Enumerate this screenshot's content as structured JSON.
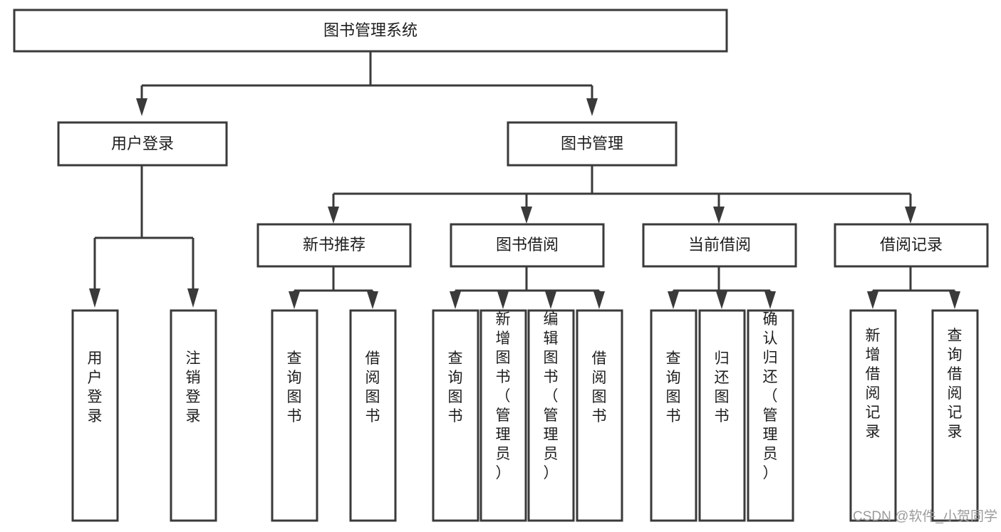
{
  "diagram": {
    "type": "tree",
    "title": "图书管理系统",
    "orientation": "top-down",
    "colors": {
      "background": "#ffffff",
      "node_fill": "#ffffff",
      "node_stroke": "#3a3a3a",
      "connector": "#3a3a3a",
      "label": "#1d1d1d",
      "watermark": "#9b9b9b"
    },
    "root": {
      "label": "图书管理系统"
    },
    "level2": [
      {
        "label": "用户登录"
      },
      {
        "label": "图书管理"
      }
    ],
    "level3": [
      {
        "label": "新书推荐"
      },
      {
        "label": "图书借阅"
      },
      {
        "label": "当前借阅"
      },
      {
        "label": "借阅记录"
      }
    ],
    "leaves": {
      "user_login": [
        {
          "label": "用户登录"
        },
        {
          "label": "注销登录"
        }
      ],
      "new_book_recommend": [
        {
          "label": "查询图书"
        },
        {
          "label": "借阅图书"
        }
      ],
      "book_borrow": [
        {
          "label": "查询图书"
        },
        {
          "label": "新增图书（管理员）"
        },
        {
          "label": "编辑图书（管理员）"
        },
        {
          "label": "借阅图书"
        }
      ],
      "current_borrow": [
        {
          "label": "查询图书"
        },
        {
          "label": "归还图书"
        },
        {
          "label": "确认归还（管理员）"
        }
      ],
      "borrow_record": [
        {
          "label": "新增借阅记录"
        },
        {
          "label": "查询借阅记录"
        }
      ]
    }
  },
  "watermark": {
    "text": "CSDN @软件_小贺同学"
  }
}
